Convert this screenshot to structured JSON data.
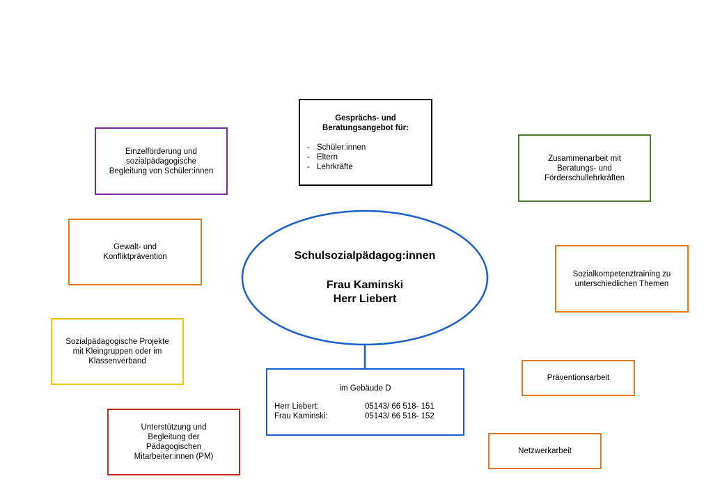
{
  "colors": {
    "center": "#1a5fd0",
    "gespraech": "#000000",
    "einzel": "#7b2aa0",
    "gewalt": "#e87722",
    "projekte": "#f5c400",
    "unterstuetzung": "#b32c1c",
    "zusammenarbeit": "#4c7a2c",
    "sozialkompetenz": "#e87722",
    "praevention": "#e87722",
    "netzwerk": "#e87722"
  },
  "center": {
    "title": "Schulsozialpädagog:innen",
    "names": [
      "Frau Kaminski",
      "Herr Liebert"
    ]
  },
  "gespraech": {
    "title": "Gesprächs- und\nBeratungsangebot für:",
    "items": [
      "Schüler:innen",
      "Eltern",
      "Lehrkräfte"
    ]
  },
  "einzel": "Einzelförderung und\nsozialpädagogische\nBegleitung von Schüler:innen",
  "gewalt": "Gewalt- und\nKonfliktprävention",
  "projekte": "Sozialpädagogische Projekte\nmit Kleingruppen oder im\nKlassenverband",
  "unterstuetzung": "Unterstützung und\nBegleitung der\nPädagogischen\nMitarbeiter:innen (PM)",
  "zusammenarbeit": "Zusammenarbeit mit\nBeratungs- und\nFörderschullehrkräften",
  "sozialkompetenz": "Sozialkompetenztraining zu\nunterschiedlichen Themen",
  "praevention": "Präventionsarbeit",
  "netzwerk": "Netzwerkarbeit",
  "gebaeude": {
    "title": "im Gebäude D",
    "contacts": [
      {
        "name": "Herr Liebert:",
        "phone": "05143/ 66 518- 151"
      },
      {
        "name": "Frau Kaminski:",
        "phone": "05143/ 66 518- 152"
      }
    ]
  }
}
